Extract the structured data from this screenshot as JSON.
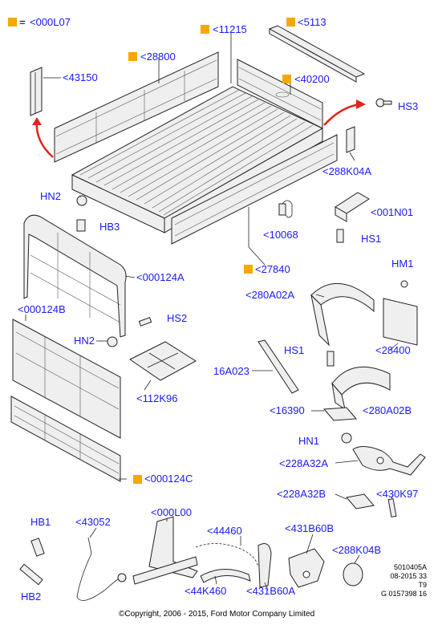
{
  "legend": {
    "symbol": "=",
    "label": "<000L07"
  },
  "callouts": [
    {
      "id": "11215",
      "text": "<11215"
    },
    {
      "id": "5113",
      "text": "<5113"
    },
    {
      "id": "28800",
      "text": "<28800"
    },
    {
      "id": "40200",
      "text": "<40200"
    },
    {
      "id": "43150",
      "text": "<43150"
    },
    {
      "id": "HS3",
      "text": "HS3"
    },
    {
      "id": "288K04A",
      "text": "<288K04A"
    },
    {
      "id": "HN2_a",
      "text": "HN2"
    },
    {
      "id": "001N01",
      "text": "<001N01"
    },
    {
      "id": "HB3",
      "text": "HB3"
    },
    {
      "id": "10068",
      "text": "<10068"
    },
    {
      "id": "HS1_a",
      "text": "HS1"
    },
    {
      "id": "27840",
      "text": "<27840"
    },
    {
      "id": "000124A",
      "text": "<000124A"
    },
    {
      "id": "HM1",
      "text": "HM1"
    },
    {
      "id": "280A02A",
      "text": "<280A02A"
    },
    {
      "id": "000124B",
      "text": "<000124B"
    },
    {
      "id": "HS2",
      "text": "HS2"
    },
    {
      "id": "HN2_b",
      "text": "HN2"
    },
    {
      "id": "28400",
      "text": "<28400"
    },
    {
      "id": "HS1_b",
      "text": "HS1"
    },
    {
      "id": "16A023",
      "text": "16A023"
    },
    {
      "id": "112K96",
      "text": "<112K96"
    },
    {
      "id": "16390",
      "text": "<16390"
    },
    {
      "id": "280A02B",
      "text": "<280A02B"
    },
    {
      "id": "HN1",
      "text": "HN1"
    },
    {
      "id": "228A32A",
      "text": "<228A32A"
    },
    {
      "id": "000124C",
      "text": "<000124C"
    },
    {
      "id": "228A32B",
      "text": "<228A32B"
    },
    {
      "id": "430K97",
      "text": "<430K97"
    },
    {
      "id": "HB1",
      "text": "HB1"
    },
    {
      "id": "43052",
      "text": "<43052"
    },
    {
      "id": "000L00",
      "text": "<000L00"
    },
    {
      "id": "44460",
      "text": "<44460"
    },
    {
      "id": "431B60B",
      "text": "<431B60B"
    },
    {
      "id": "288K04B",
      "text": "<288K04B"
    },
    {
      "id": "44K460",
      "text": "<44K460"
    },
    {
      "id": "431B60A",
      "text": "<431B60A"
    },
    {
      "id": "HB2",
      "text": "HB2"
    }
  ],
  "info": {
    "line1": "5010405A",
    "line2": "08-2015 33",
    "line3": "T9",
    "line4": "G 0157398 16"
  },
  "copyright": "©Copyright, 2006 - 2015, Ford Motor Company Limited",
  "colors": {
    "callout": "#1a1aff",
    "legend_square": "#f5a800",
    "arrow": "#e0241b"
  }
}
